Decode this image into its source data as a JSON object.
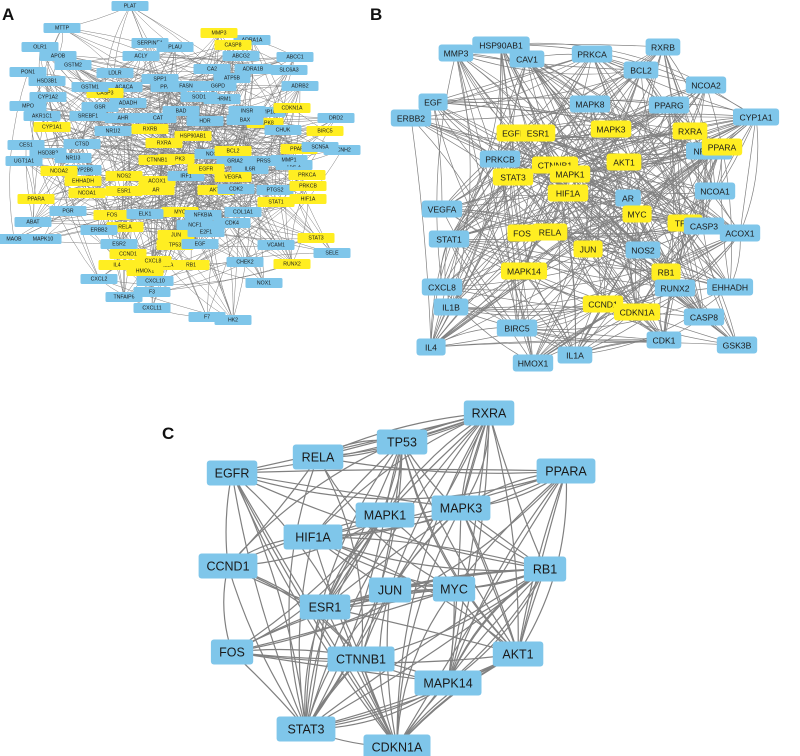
{
  "colors": {
    "node_default": "#7fc6ea",
    "node_highlight": "#ffee22",
    "edge": "#808080"
  },
  "panels": [
    {
      "label": "A",
      "nodes": [
        {
          "id": "PLAT"
        },
        {
          "id": "MTTP"
        },
        {
          "id": "SERPINE1"
        },
        {
          "id": "OLR1"
        },
        {
          "id": "PLAU"
        },
        {
          "id": "ADRA1A"
        },
        {
          "id": "APOB"
        },
        {
          "id": "ACLY"
        },
        {
          "id": "MMP3",
          "hl": true
        },
        {
          "id": "ABCG2"
        },
        {
          "id": "PON1"
        },
        {
          "id": "GSTM2"
        },
        {
          "id": "LDLR"
        },
        {
          "id": "CA2"
        },
        {
          "id": "CASP8",
          "hl": true
        },
        {
          "id": "ADRA1B"
        },
        {
          "id": "ABCC1"
        },
        {
          "id": "HSD3B1"
        },
        {
          "id": "SPP1"
        },
        {
          "id": "ATP5B"
        },
        {
          "id": "SLC6A3"
        },
        {
          "id": "CYP1A2"
        },
        {
          "id": "ACACA"
        },
        {
          "id": "PPARD"
        },
        {
          "id": "MPO"
        },
        {
          "id": "CASP3",
          "hl": true
        },
        {
          "id": "G6PD"
        },
        {
          "id": "GSTM1"
        },
        {
          "id": "GSR"
        },
        {
          "id": "FASN"
        },
        {
          "id": "ADRB2"
        },
        {
          "id": "DRD2"
        },
        {
          "id": "AKR1C1"
        },
        {
          "id": "ADADH"
        },
        {
          "id": "CHRM1"
        },
        {
          "id": "SOD1"
        },
        {
          "id": "MMP10"
        },
        {
          "id": "CDKN1A",
          "hl": true
        },
        {
          "id": "SREBF1"
        },
        {
          "id": "AHR"
        },
        {
          "id": "CAT"
        },
        {
          "id": "CYP1A1",
          "hl": true
        },
        {
          "id": "RXRB",
          "hl": true
        },
        {
          "id": "BAD"
        },
        {
          "id": "RXRA",
          "hl": true
        },
        {
          "id": "MAPK8",
          "hl": true
        },
        {
          "id": "CHUK"
        },
        {
          "id": "BAX"
        },
        {
          "id": "BIRC5",
          "hl": true
        },
        {
          "id": "XCNH2"
        },
        {
          "id": "CES1"
        },
        {
          "id": "NR1I2"
        },
        {
          "id": "HDR"
        },
        {
          "id": "INSR"
        },
        {
          "id": "HSD3B2"
        },
        {
          "id": "CYP2B6"
        },
        {
          "id": "CTSD"
        },
        {
          "id": "PPARG",
          "hl": true
        },
        {
          "id": "HSP90AB1",
          "hl": true
        },
        {
          "id": "NOS3"
        },
        {
          "id": "MAPK3",
          "hl": true
        },
        {
          "id": "PRSS1"
        },
        {
          "id": "SCN5A"
        },
        {
          "id": "UGT1A1"
        },
        {
          "id": "NR1I3"
        },
        {
          "id": "BCL2",
          "hl": true
        },
        {
          "id": "GRIA2"
        },
        {
          "id": "HSP1"
        },
        {
          "id": "ESR1",
          "hl": true
        },
        {
          "id": "MMP1"
        },
        {
          "id": "CTNNB1",
          "hl": true
        },
        {
          "id": "ACOX1",
          "hl": true
        },
        {
          "id": "NOS2",
          "hl": true
        },
        {
          "id": "IRF1"
        },
        {
          "id": "IL6R"
        },
        {
          "id": "EGFR",
          "hl": true
        },
        {
          "id": "VEGFA",
          "hl": true
        },
        {
          "id": "NCOA2",
          "hl": true
        },
        {
          "id": "EHHADH",
          "hl": true
        },
        {
          "id": "AR",
          "hl": true
        },
        {
          "id": "AKT1",
          "hl": true
        },
        {
          "id": "PTGS2"
        },
        {
          "id": "PRKCB",
          "hl": true
        },
        {
          "id": "NCOA1",
          "hl": true
        },
        {
          "id": "RELA",
          "hl": true
        },
        {
          "id": "CDK2"
        },
        {
          "id": "STAT1",
          "hl": true
        },
        {
          "id": "HIF1A",
          "hl": true
        },
        {
          "id": "PPARA",
          "hl": true
        },
        {
          "id": "MYC",
          "hl": true
        },
        {
          "id": "PRKCA",
          "hl": true
        },
        {
          "id": "FOS",
          "hl": true
        },
        {
          "id": "NFKBIA"
        },
        {
          "id": "COL1A1"
        },
        {
          "id": "ABAT"
        },
        {
          "id": "PGR"
        },
        {
          "id": "ERBB2"
        },
        {
          "id": "ESR2"
        },
        {
          "id": "ELK1"
        },
        {
          "id": "CDK4"
        },
        {
          "id": "NCF1"
        },
        {
          "id": "MAOB"
        },
        {
          "id": "MAPK10"
        },
        {
          "id": "JUN",
          "hl": true
        },
        {
          "id": "E2F1"
        },
        {
          "id": "CCND1",
          "hl": true
        },
        {
          "id": "TP53",
          "hl": true
        },
        {
          "id": "EGF"
        },
        {
          "id": "STAT3",
          "hl": true
        },
        {
          "id": "SELE"
        },
        {
          "id": "VCAM1"
        },
        {
          "id": "RB1",
          "hl": true
        },
        {
          "id": "IL4",
          "hl": true
        },
        {
          "id": "HMOX1",
          "hl": true
        },
        {
          "id": "IL1A",
          "hl": true
        },
        {
          "id": "CXCL8",
          "hl": true
        },
        {
          "id": "RUNX2",
          "hl": true
        },
        {
          "id": "CHEK2"
        },
        {
          "id": "NOX1"
        },
        {
          "id": "CXCL2"
        },
        {
          "id": "CXCL10"
        },
        {
          "id": "TNFAIP6"
        },
        {
          "id": "F3"
        },
        {
          "id": "CXCL11"
        },
        {
          "id": "F7"
        },
        {
          "id": "HK2"
        }
      ]
    },
    {
      "label": "B",
      "nodes": [
        {
          "id": "MMP3"
        },
        {
          "id": "HSP90AB1"
        },
        {
          "id": "PRKCA"
        },
        {
          "id": "RXRB"
        },
        {
          "id": "BCL2"
        },
        {
          "id": "CAV1"
        },
        {
          "id": "EGF"
        },
        {
          "id": "NCOA2"
        },
        {
          "id": "PPARG"
        },
        {
          "id": "MAPK8"
        },
        {
          "id": "CYP1A1"
        },
        {
          "id": "EGFR",
          "hl": true
        },
        {
          "id": "ESR1",
          "hl": true
        },
        {
          "id": "MAPK3",
          "hl": true
        },
        {
          "id": "RXRA",
          "hl": true
        },
        {
          "id": "ERBB2"
        },
        {
          "id": "NFKBIA"
        },
        {
          "id": "PRKCB"
        },
        {
          "id": "CTNNB1",
          "hl": true
        },
        {
          "id": "AKT1",
          "hl": true
        },
        {
          "id": "MAPK1",
          "hl": true
        },
        {
          "id": "PPARA",
          "hl": true
        },
        {
          "id": "STAT3",
          "hl": true
        },
        {
          "id": "HIF1A",
          "hl": true
        },
        {
          "id": "AR"
        },
        {
          "id": "NCOA1"
        },
        {
          "id": "VEGFA"
        },
        {
          "id": "MYC",
          "hl": true
        },
        {
          "id": "TP53",
          "hl": true
        },
        {
          "id": "CASP3"
        },
        {
          "id": "FOS",
          "hl": true
        },
        {
          "id": "RELA",
          "hl": true
        },
        {
          "id": "ACOX1"
        },
        {
          "id": "STAT1"
        },
        {
          "id": "NOS2"
        },
        {
          "id": "JUN",
          "hl": true
        },
        {
          "id": "MAPK14",
          "hl": true
        },
        {
          "id": "RB1",
          "hl": true
        },
        {
          "id": "CXCL8"
        },
        {
          "id": "RUNX2"
        },
        {
          "id": "EHHADH"
        },
        {
          "id": "IL1B"
        },
        {
          "id": "CCND1",
          "hl": true
        },
        {
          "id": "CDKN1A",
          "hl": true
        },
        {
          "id": "CASP8"
        },
        {
          "id": "BIRC5"
        },
        {
          "id": "CDK1"
        },
        {
          "id": "GSK3B"
        },
        {
          "id": "IL4"
        },
        {
          "id": "HMOX1"
        },
        {
          "id": "IL1A"
        }
      ]
    },
    {
      "label": "C",
      "nodes": [
        {
          "id": "RXRA"
        },
        {
          "id": "TP53"
        },
        {
          "id": "RELA"
        },
        {
          "id": "PPARA"
        },
        {
          "id": "EGFR"
        },
        {
          "id": "MAPK3"
        },
        {
          "id": "MAPK1"
        },
        {
          "id": "HIF1A"
        },
        {
          "id": "CCND1"
        },
        {
          "id": "RB1"
        },
        {
          "id": "JUN"
        },
        {
          "id": "MYC"
        },
        {
          "id": "ESR1"
        },
        {
          "id": "FOS"
        },
        {
          "id": "AKT1"
        },
        {
          "id": "CTNNB1"
        },
        {
          "id": "MAPK14"
        },
        {
          "id": "STAT3"
        },
        {
          "id": "CDKN1A"
        }
      ]
    }
  ]
}
